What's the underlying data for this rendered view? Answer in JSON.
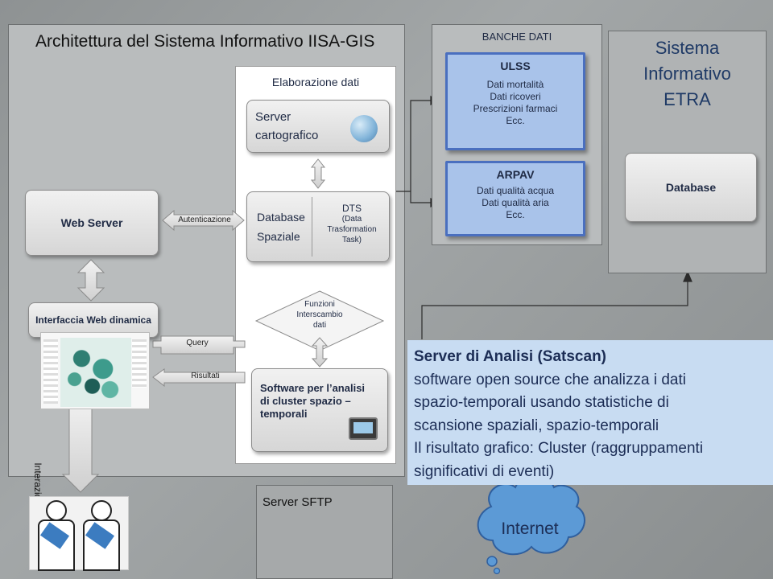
{
  "title": "Architettura del Sistema Informativo IISA-GIS",
  "elaborazione": {
    "header": "Elaborazione dati",
    "server_line1": "Server",
    "server_line2": "cartografico",
    "db_line1": "Database",
    "db_line2": "Spaziale",
    "dts_line1": "DTS",
    "dts_line2": "(Data",
    "dts_line3": "Trasformation",
    "dts_line4": "Task)"
  },
  "banche": {
    "header": "BANCHE DATI",
    "ulss": {
      "title": "ULSS",
      "lines": [
        "Dati mortalità",
        "Dati ricoveri",
        "Prescrizioni farmaci",
        "Ecc."
      ]
    },
    "arpav": {
      "title": "ARPAV",
      "lines": [
        "Dati qualità acqua",
        "Dati qualità aria",
        "Ecc."
      ]
    }
  },
  "etra": {
    "title_line1": "Sistema",
    "title_line2": "Informativo",
    "title_line3": "ETRA",
    "database": "Database"
  },
  "web_server": "Web Server",
  "autenticazione": "Autenticazione",
  "interfaccia": "Interfaccia Web dinamica",
  "funzioni": {
    "line1": "Funzioni",
    "line2": "Interscambio",
    "line3": "dati"
  },
  "query": "Query",
  "risultati": "Risultati",
  "software": {
    "line1": "Software per l’analisi",
    "line2": "di cluster spazio –",
    "line3": "temporali"
  },
  "interazione": "Interazione",
  "server_sftp": "Server SFTP",
  "analisi": {
    "title": "Server di Analisi (Satscan)",
    "lines": [
      "software open source che analizza i dati",
      "spazio-temporali usando statistiche di",
      "scansione spaziali, spazio-temporali",
      "Il risultato grafico: Cluster (raggruppamenti",
      "significativi di eventi)"
    ]
  },
  "internet": "Internet"
}
